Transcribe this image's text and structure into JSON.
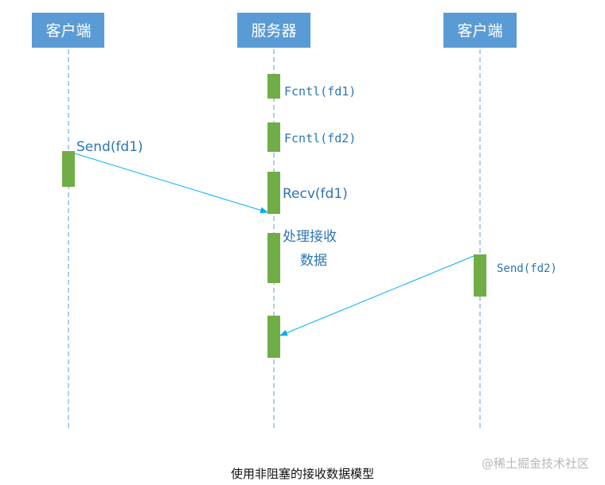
{
  "participants": {
    "client_left": "客户端",
    "server": "服务器",
    "client_right": "客户端"
  },
  "labels": {
    "fcntl1": "Fcntl(fd1)",
    "fcntl2": "Fcntl(fd2)",
    "send1": "Send(fd1)",
    "recv1": "Recv(fd1)",
    "process_line1": "处理接收",
    "process_line2": "数据",
    "send2": "Send(fd2)"
  },
  "caption": "使用非阻塞的接收数据模型",
  "watermark": "@稀土掘金技术社区",
  "colors": {
    "header": "#5b9bd5",
    "activation": "#70ad47",
    "message": "#00b0f0",
    "label": "#2e75b6"
  }
}
